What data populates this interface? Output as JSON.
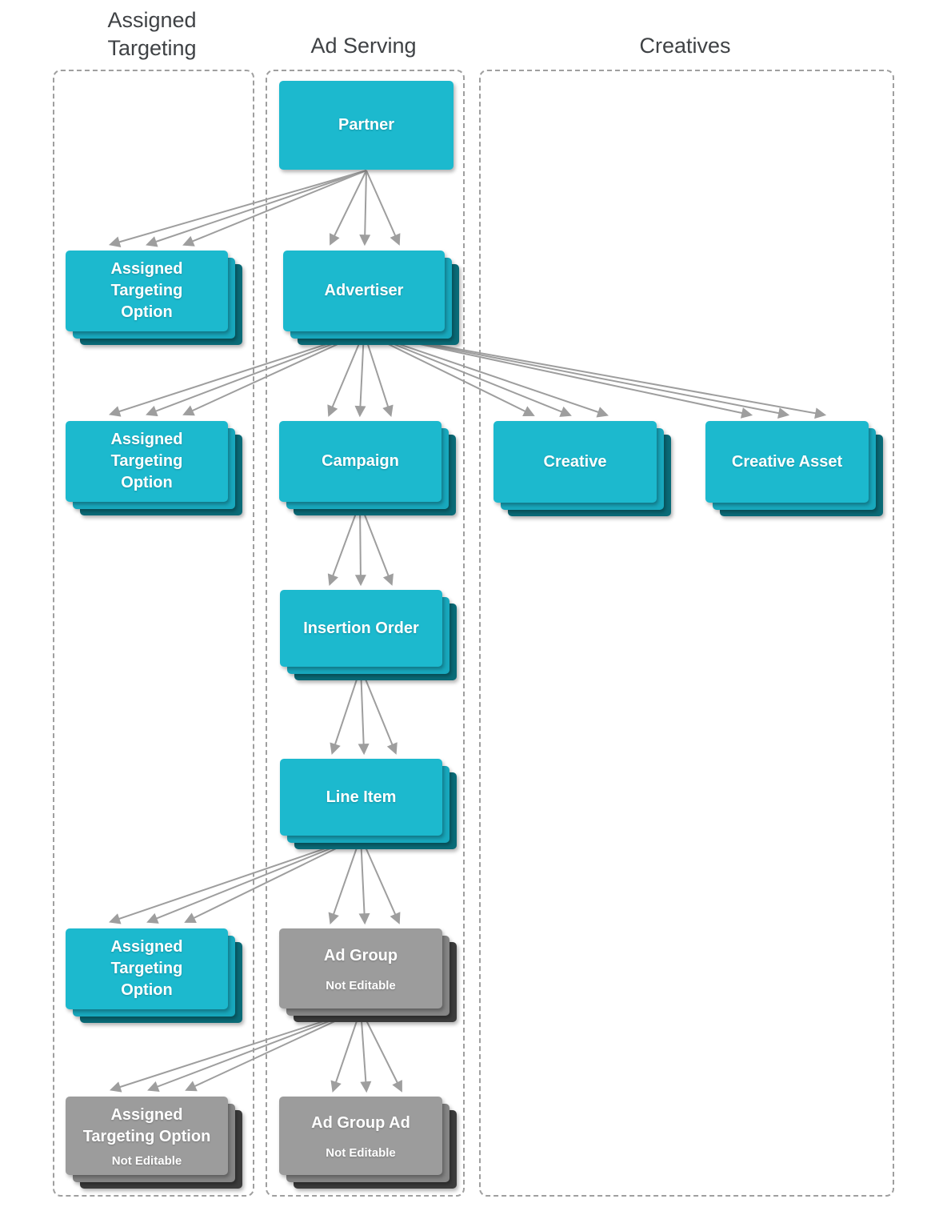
{
  "columns": [
    {
      "title": "Assigned\nTargeting"
    },
    {
      "title": "Ad Serving"
    },
    {
      "title": "Creatives"
    }
  ],
  "nodes": {
    "partner": {
      "label": "Partner"
    },
    "ato1": {
      "label": "Assigned\nTargeting\nOption"
    },
    "advertiser": {
      "label": "Advertiser"
    },
    "ato2": {
      "label": "Assigned\nTargeting\nOption"
    },
    "campaign": {
      "label": "Campaign"
    },
    "creative": {
      "label": "Creative"
    },
    "creative_asset": {
      "label": "Creative Asset"
    },
    "insertion_order": {
      "label": "Insertion Order"
    },
    "line_item": {
      "label": "Line Item"
    },
    "ato3": {
      "label": "Assigned\nTargeting\nOption"
    },
    "ad_group": {
      "label": "Ad Group",
      "sublabel": "Not Editable"
    },
    "ato_ne": {
      "label": "Assigned\nTargeting Option",
      "sublabel": "Not Editable"
    },
    "ad_group_ad": {
      "label": "Ad Group Ad",
      "sublabel": "Not Editable"
    }
  },
  "colors": {
    "editable_entity": "#1cb9ce",
    "editable_entity_shadow": "#0a6b77",
    "not_editable_entity": "#9c9c9c",
    "not_editable_entity_shadow": "#3c3c3c",
    "arrow": "#9e9e9e",
    "frame_dash": "#9f9f9f",
    "header_text": "#3f4245"
  }
}
